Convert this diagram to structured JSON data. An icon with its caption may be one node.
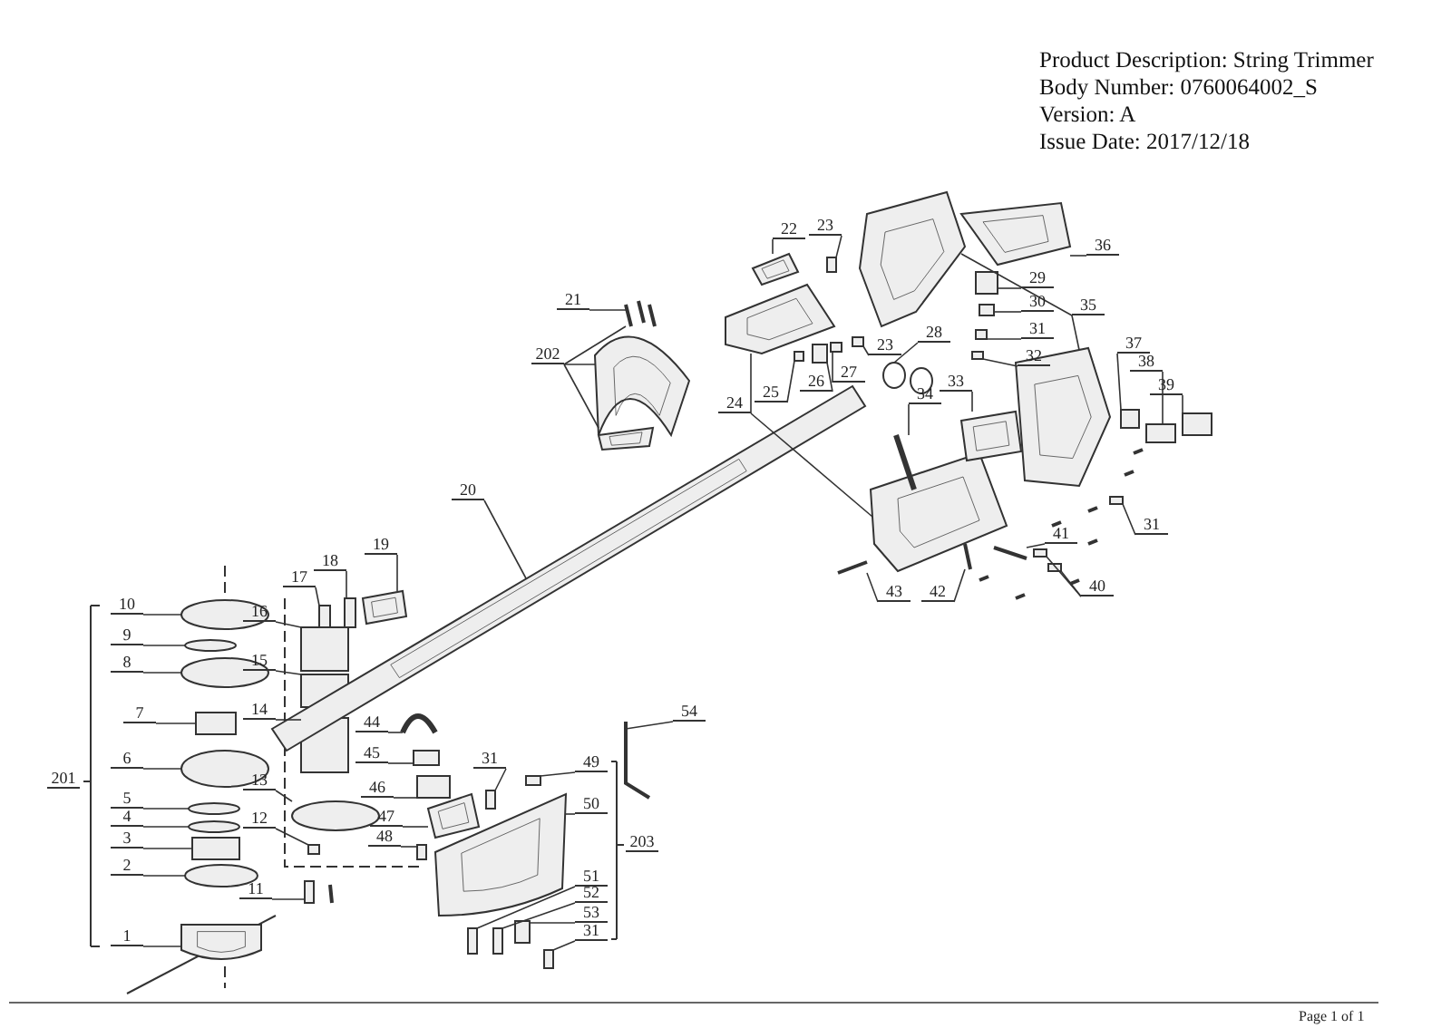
{
  "diagram": {
    "nodes": [
      {
        "text": [
          "1"
        ]
      },
      {
        "text": [
          "2"
        ]
      },
      {
        "text": [
          "3"
        ]
      },
      {
        "text": [
          "4"
        ]
      },
      {
        "text": [
          "5"
        ]
      },
      {
        "text": [
          "6"
        ]
      },
      {
        "text": [
          "7"
        ]
      },
      {
        "text": [
          "8"
        ]
      },
      {
        "text": [
          "9"
        ]
      },
      {
        "text": [
          "10"
        ]
      },
      {
        "text": [
          "11"
        ]
      },
      {
        "text": [
          "12"
        ]
      },
      {
        "text": [
          "13"
        ]
      },
      {
        "text": [
          "14"
        ]
      },
      {
        "text": [
          "15"
        ]
      },
      {
        "text": [
          "16"
        ]
      },
      {
        "text": [
          "17"
        ]
      },
      {
        "text": [
          "18"
        ]
      },
      {
        "text": [
          "19"
        ]
      },
      {
        "text": [
          "44"
        ]
      },
      {
        "text": [
          "45"
        ]
      },
      {
        "text": [
          "46"
        ]
      },
      {
        "text": [
          "47"
        ]
      },
      {
        "text": [
          "48"
        ]
      },
      {
        "text": [
          "31"
        ]
      },
      {
        "text": [
          "49"
        ]
      },
      {
        "text": [
          "50"
        ]
      },
      {
        "text": [
          "51"
        ]
      },
      {
        "text": [
          "52"
        ]
      },
      {
        "text": [
          "53"
        ]
      },
      {
        "text": [
          "31"
        ]
      },
      {
        "text": [
          "54"
        ]
      },
      {
        "text": [
          "20"
        ]
      },
      {
        "text": [
          "21"
        ]
      },
      {
        "text": [
          "202"
        ]
      },
      {
        "text": [
          "22"
        ]
      },
      {
        "text": [
          "23"
        ]
      },
      {
        "text": [
          "23"
        ]
      },
      {
        "text": [
          "24"
        ]
      },
      {
        "text": [
          "25"
        ]
      },
      {
        "text": [
          "26"
        ]
      },
      {
        "text": [
          "27"
        ]
      },
      {
        "text": [
          "28"
        ]
      },
      {
        "text": [
          "29"
        ]
      },
      {
        "text": [
          "30"
        ]
      },
      {
        "text": [
          "31"
        ]
      },
      {
        "text": [
          "32"
        ]
      },
      {
        "text": [
          "33"
        ]
      },
      {
        "text": [
          "34"
        ]
      },
      {
        "text": [
          "35"
        ]
      },
      {
        "text": [
          "36"
        ]
      },
      {
        "text": [
          "37"
        ]
      },
      {
        "text": [
          "38"
        ]
      },
      {
        "text": [
          "39"
        ]
      },
      {
        "text": [
          "31"
        ]
      },
      {
        "text": [
          "40"
        ]
      },
      {
        "text": [
          "41"
        ]
      },
      {
        "text": [
          "42"
        ]
      },
      {
        "text": [
          "43"
        ]
      },
      {
        "text": [],
        "shape": "picture"
      },
      {
        "text": [],
        "shape": "circle"
      },
      {
        "text": [],
        "shape": "box"
      },
      {
        "text": [],
        "shape": "circle"
      },
      {
        "text": [],
        "shape": "circle"
      },
      {
        "text": [],
        "shape": "circle"
      },
      {
        "text": [],
        "shape": "box"
      },
      {
        "text": [],
        "shape": "circle"
      },
      {
        "text": [],
        "shape": "circle"
      },
      {
        "text": [],
        "shape": "circle"
      },
      {
        "text": [],
        "shape": "box"
      },
      {
        "text": [],
        "shape": "box"
      },
      {
        "text": [],
        "shape": "circle"
      },
      {
        "text": [],
        "shape": "box"
      },
      {
        "text": [],
        "shape": "box"
      },
      {
        "text": [],
        "shape": "box"
      },
      {
        "text": [],
        "shape": "box"
      },
      {
        "text": [],
        "shape": "box"
      },
      {
        "text": [],
        "shape": "picture"
      },
      {
        "text": [],
        "shape": "picture"
      },
      {
        "text": [],
        "shape": "box"
      },
      {
        "text": [],
        "shape": "box"
      },
      {
        "text": [],
        "shape": "picture"
      },
      {
        "text": [],
        "shape": "box"
      },
      {
        "text": [],
        "shape": "box"
      },
      {
        "text": [],
        "shape": "box"
      },
      {
        "text": [],
        "shape": "picture"
      },
      {
        "text": [],
        "shape": "box"
      },
      {
        "text": [],
        "shape": "box"
      },
      {
        "text": [],
        "shape": "box"
      },
      {
        "text": [],
        "shape": "box"
      },
      {
        "text": [],
        "shape": "picture"
      },
      {
        "text": [],
        "shape": "picture"
      },
      {
        "text": [],
        "shape": "picture"
      },
      {
        "text": [],
        "shape": "picture"
      },
      {
        "text": [],
        "shape": "picture"
      },
      {
        "text": [],
        "shape": "picture"
      },
      {
        "text": [],
        "shape": "box"
      },
      {
        "text": [],
        "shape": "box"
      },
      {
        "text": [],
        "shape": "picture"
      },
      {
        "text": [],
        "shape": "picture"
      },
      {
        "text": [],
        "shape": "box"
      },
      {
        "text": [],
        "shape": "box"
      },
      {
        "text": [],
        "shape": "box"
      },
      {
        "text": [],
        "shape": "circle"
      },
      {
        "text": [],
        "shape": "box"
      },
      {
        "text": [],
        "shape": "box"
      },
      {
        "text": [],
        "shape": "box"
      },
      {
        "text": [],
        "shape": "box"
      },
      {
        "text": [],
        "shape": "picture"
      },
      {
        "text": [],
        "shape": "picture"
      },
      {
        "text": [],
        "shape": "picture"
      },
      {
        "text": [],
        "shape": "picture"
      },
      {
        "text": [],
        "shape": "picture"
      },
      {
        "text": [],
        "shape": "box"
      },
      {
        "text": [],
        "shape": "box"
      },
      {
        "text": [],
        "shape": "box"
      },
      {
        "text": [],
        "shape": "box"
      },
      {
        "text": [],
        "shape": "box"
      },
      {
        "text": [],
        "shape": "box"
      },
      {
        "text": [],
        "shape": "picture"
      },
      {
        "text": [],
        "shape": "picture"
      },
      {
        "text": [],
        "shape": "picture"
      }
    ],
    "edges": [
      {
        "from": 0,
        "to": 59,
        "arrow": "none"
      },
      {
        "from": 1,
        "to": 60,
        "arrow": "none"
      },
      {
        "from": 2,
        "to": 61,
        "arrow": "none"
      },
      {
        "from": 3,
        "to": 62,
        "arrow": "none"
      },
      {
        "from": 4,
        "to": 63,
        "arrow": "none"
      },
      {
        "from": 5,
        "to": 64,
        "arrow": "none"
      },
      {
        "from": 6,
        "to": 65,
        "arrow": "none"
      },
      {
        "from": 7,
        "to": 66,
        "arrow": "none"
      },
      {
        "from": 8,
        "to": 67,
        "arrow": "none"
      },
      {
        "from": 9,
        "to": 68,
        "arrow": "none"
      },
      {
        "from": 10,
        "to": 69,
        "arrow": "none"
      },
      {
        "from": 11,
        "to": 70,
        "arrow": "none"
      },
      {
        "from": 12,
        "to": 71,
        "arrow": "none"
      },
      {
        "from": 13,
        "to": 72,
        "arrow": "none"
      },
      {
        "from": 14,
        "to": 73,
        "arrow": "none"
      },
      {
        "from": 15,
        "to": 74,
        "arrow": "none"
      },
      {
        "from": 16,
        "to": 75,
        "arrow": "none"
      },
      {
        "from": 17,
        "to": 76,
        "arrow": "none"
      },
      {
        "from": 18,
        "to": 77,
        "arrow": "none"
      },
      {
        "from": 19,
        "to": 78,
        "arrow": "none"
      },
      {
        "from": 20,
        "to": 79,
        "arrow": "none"
      },
      {
        "from": 21,
        "to": 80,
        "arrow": "none"
      },
      {
        "from": 22,
        "to": 81,
        "arrow": "none"
      },
      {
        "from": 23,
        "to": 82,
        "arrow": "none"
      },
      {
        "from": 24,
        "to": 83,
        "arrow": "none"
      },
      {
        "from": 25,
        "to": 84,
        "arrow": "none"
      },
      {
        "from": 26,
        "to": 85,
        "arrow": "none"
      },
      {
        "from": 27,
        "to": 86,
        "arrow": "none"
      },
      {
        "from": 28,
        "to": 87,
        "arrow": "none"
      },
      {
        "from": 29,
        "to": 88,
        "arrow": "none"
      },
      {
        "from": 30,
        "to": 89,
        "arrow": "none"
      },
      {
        "from": 31,
        "to": 90,
        "arrow": "none"
      },
      {
        "from": 32,
        "to": 91,
        "arrow": "none"
      },
      {
        "from": 33,
        "to": 92,
        "arrow": "none"
      },
      {
        "from": 34,
        "to": 92,
        "arrow": "none"
      },
      {
        "from": 34,
        "to": 93,
        "arrow": "none"
      },
      {
        "from": 34,
        "to": 94,
        "arrow": "none"
      },
      {
        "from": 35,
        "to": 95,
        "arrow": "none"
      },
      {
        "from": 36,
        "to": 96,
        "arrow": "none"
      },
      {
        "from": 37,
        "to": 97,
        "arrow": "none"
      },
      {
        "from": 38,
        "to": 98,
        "arrow": "none"
      },
      {
        "from": 38,
        "to": 99,
        "arrow": "none"
      },
      {
        "from": 39,
        "to": 100,
        "arrow": "none"
      },
      {
        "from": 40,
        "to": 101,
        "arrow": "none"
      },
      {
        "from": 41,
        "to": 102,
        "arrow": "none"
      },
      {
        "from": 42,
        "to": 103,
        "arrow": "none"
      },
      {
        "from": 43,
        "to": 104,
        "arrow": "none"
      },
      {
        "from": 44,
        "to": 105,
        "arrow": "none"
      },
      {
        "from": 45,
        "to": 106,
        "arrow": "none"
      },
      {
        "from": 46,
        "to": 107,
        "arrow": "none"
      },
      {
        "from": 47,
        "to": 108,
        "arrow": "none"
      },
      {
        "from": 48,
        "to": 109,
        "arrow": "none"
      },
      {
        "from": 49,
        "to": 110,
        "arrow": "none"
      },
      {
        "from": 49,
        "to": 111,
        "arrow": "none"
      },
      {
        "from": 50,
        "to": 112,
        "arrow": "none"
      },
      {
        "from": 51,
        "to": 113,
        "arrow": "none"
      },
      {
        "from": 52,
        "to": 114,
        "arrow": "none"
      },
      {
        "from": 53,
        "to": 115,
        "arrow": "none"
      },
      {
        "from": 54,
        "to": 116,
        "arrow": "none"
      },
      {
        "from": 55,
        "to": 117,
        "arrow": "none"
      },
      {
        "from": 55,
        "to": 118,
        "arrow": "none"
      },
      {
        "from": 56,
        "to": 119,
        "arrow": "none"
      },
      {
        "from": 57,
        "to": 120,
        "arrow": "none"
      },
      {
        "from": 58,
        "to": 121,
        "arrow": "none"
      }
    ],
    "labels": [
      "Product Description: String Trimmer",
      "Body Number: 0760064002_S",
      "Version: A",
      "Issue Date: 2017/12/18",
      "201",
      "203",
      "Page 1 of 1"
    ]
  }
}
